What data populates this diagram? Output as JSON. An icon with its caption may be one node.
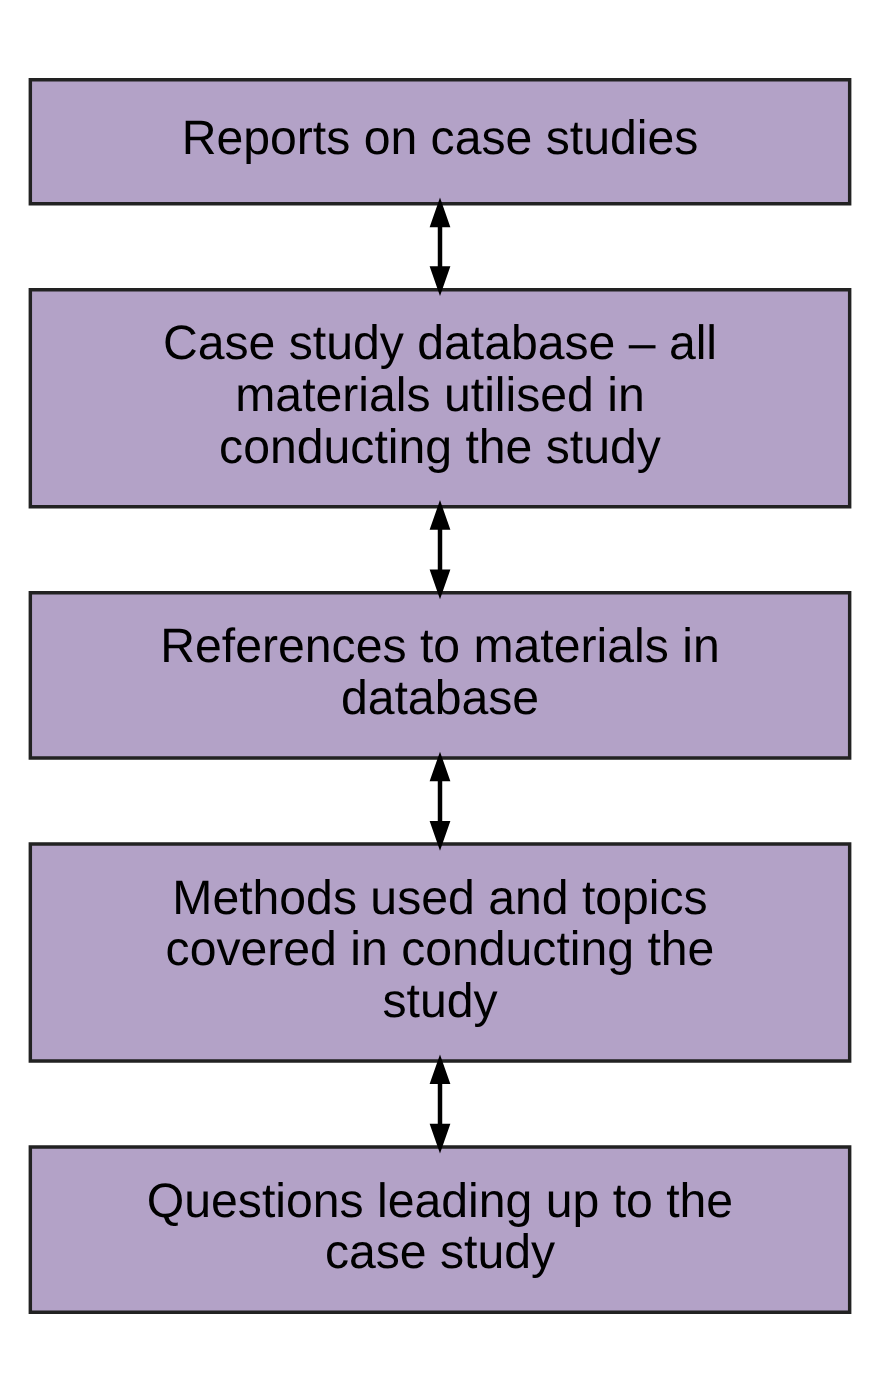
{
  "diagram": {
    "nodes": [
      {
        "text": [
          "Reports on case studies"
        ]
      },
      {
        "text": [
          "Case study database – all materials utilised in conducting the study"
        ]
      },
      {
        "text": [
          "References to materials in database"
        ]
      },
      {
        "text": [
          "Methods used and topics covered in conducting the study"
        ]
      },
      {
        "text": [
          "Questions leading up to the case study"
        ]
      }
    ],
    "edges": [
      {
        "from": 0,
        "to": 1,
        "arrow": "both"
      },
      {
        "from": 1,
        "to": 2,
        "arrow": "both"
      },
      {
        "from": 2,
        "to": 3,
        "arrow": "both"
      },
      {
        "from": 3,
        "to": 4,
        "arrow": "both"
      }
    ]
  }
}
